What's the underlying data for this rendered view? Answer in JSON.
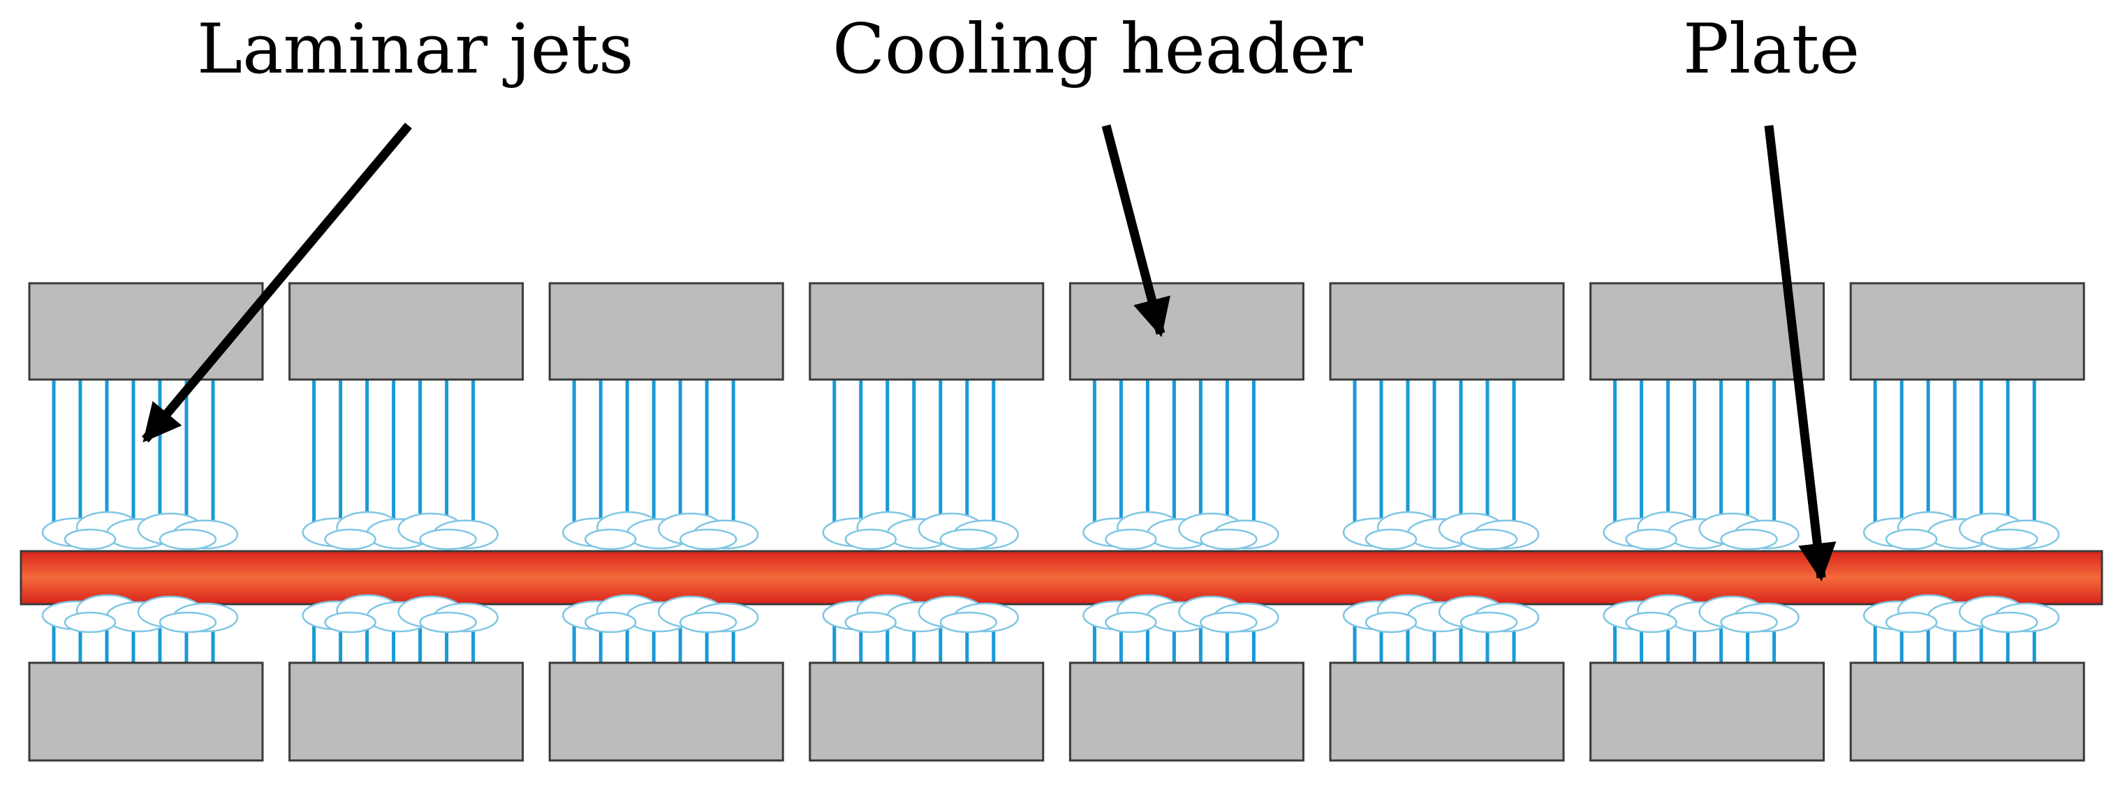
{
  "labels": {
    "laminar_jets": "Laminar jets",
    "cooling_header": "Cooling header",
    "plate": "Plate"
  },
  "colors": {
    "header_fill": "#bcbcbc",
    "header_stroke": "#3a3a3a",
    "jet": "#1a9ad6",
    "plate_edge": "#d9241c",
    "plate_center": "#f46a3a",
    "foam_fill": "#ffffff",
    "foam_stroke": "#7fc6e4",
    "arrow": "#000000",
    "background": "#ffffff"
  },
  "structure": {
    "header_pairs": 8,
    "jets_per_header": 7
  }
}
